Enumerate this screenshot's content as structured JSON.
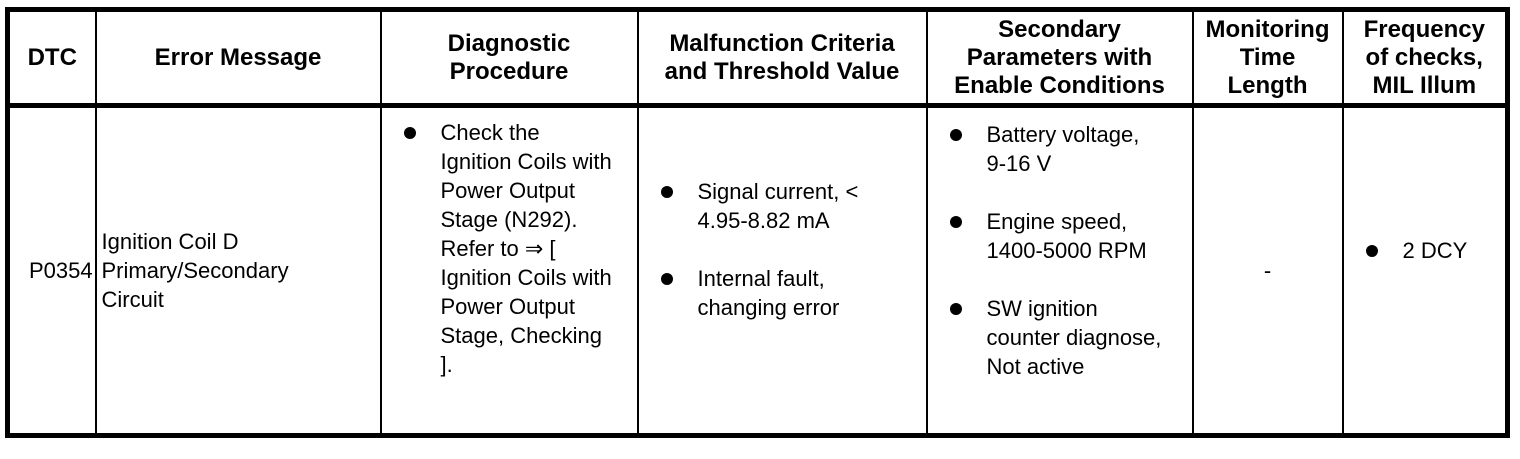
{
  "table": {
    "headers": [
      "DTC",
      "Error Message",
      "Diagnostic\nProcedure",
      "Malfunction Criteria\nand Threshold Value",
      "Secondary\nParameters with\nEnable Conditions",
      "Monitoring\nTime\nLength",
      "Frequency\nof checks,\nMIL Illum"
    ],
    "row": {
      "dtc": "P0354",
      "error_message": "Ignition Coil D\nPrimary/Secondary\nCircuit",
      "diagnostic_procedure": [
        "Check the\nIgnition Coils with\nPower Output\nStage (N292).\nRefer to ⇒ [\nIgnition Coils with\nPower Output\nStage, Checking\n]."
      ],
      "malfunction_criteria": [
        "Signal current, <\n4.95-8.82 mA",
        "Internal fault,\nchanging error"
      ],
      "secondary_parameters": [
        "Battery voltage,\n9-16 V",
        "Engine speed,\n1400-5000 RPM",
        "SW ignition\ncounter diagnose,\nNot active"
      ],
      "monitoring_time_length": "-",
      "frequency_of_checks": [
        "2 DCY"
      ]
    },
    "colors": {
      "border": "#000000",
      "text": "#000000",
      "background": "#ffffff"
    }
  }
}
